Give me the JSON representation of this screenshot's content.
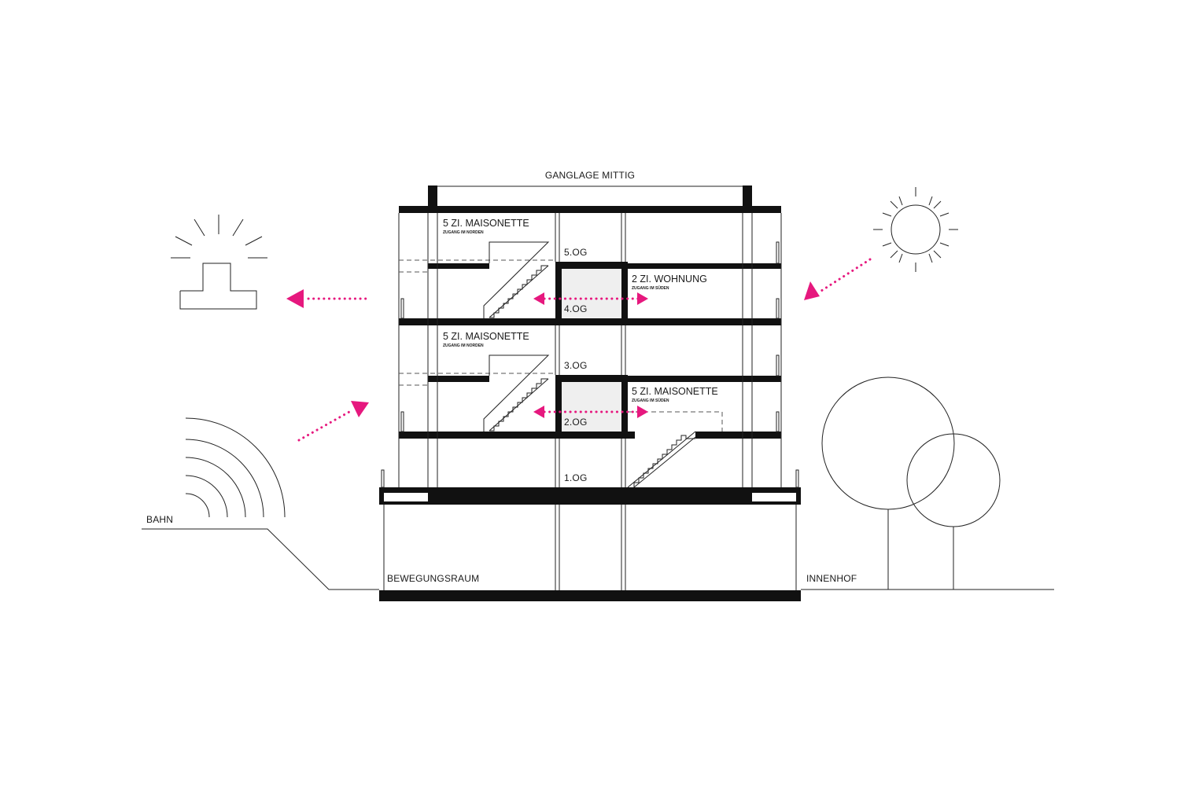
{
  "labels": {
    "section_title": "GANGLAGE MITTIG",
    "unit_5og": "5 ZI. MAISONETTE",
    "unit_5og_access": "ZUGANG IM NORDEN",
    "unit_4og": "2 ZI. WOHNUNG",
    "unit_4og_access": "ZUGANG IM SÜDEN",
    "unit_3og": "5 ZI. MAISONETTE",
    "unit_3og_access": "ZUGANG IM NORDEN",
    "unit_2og": "5 ZI. MAISONETTE",
    "unit_2og_access": "ZUGANG IM SÜDEN",
    "floor_5": "5.OG",
    "floor_4": "4.OG",
    "floor_3": "3.OG",
    "floor_2": "2.OG",
    "floor_1": "1.OG",
    "bahn": "BAHN",
    "bewegungsraum": "BEWEGUNGSRAUM",
    "innenhof": "INNENHOF"
  },
  "colors": {
    "accent": "#E6187E",
    "ink": "#111111",
    "core_fill": "#EFEFEF"
  },
  "icons": [
    "sun-icon",
    "lamp-icon",
    "noise-waves-icon",
    "tree-icon",
    "arrow-icon"
  ]
}
